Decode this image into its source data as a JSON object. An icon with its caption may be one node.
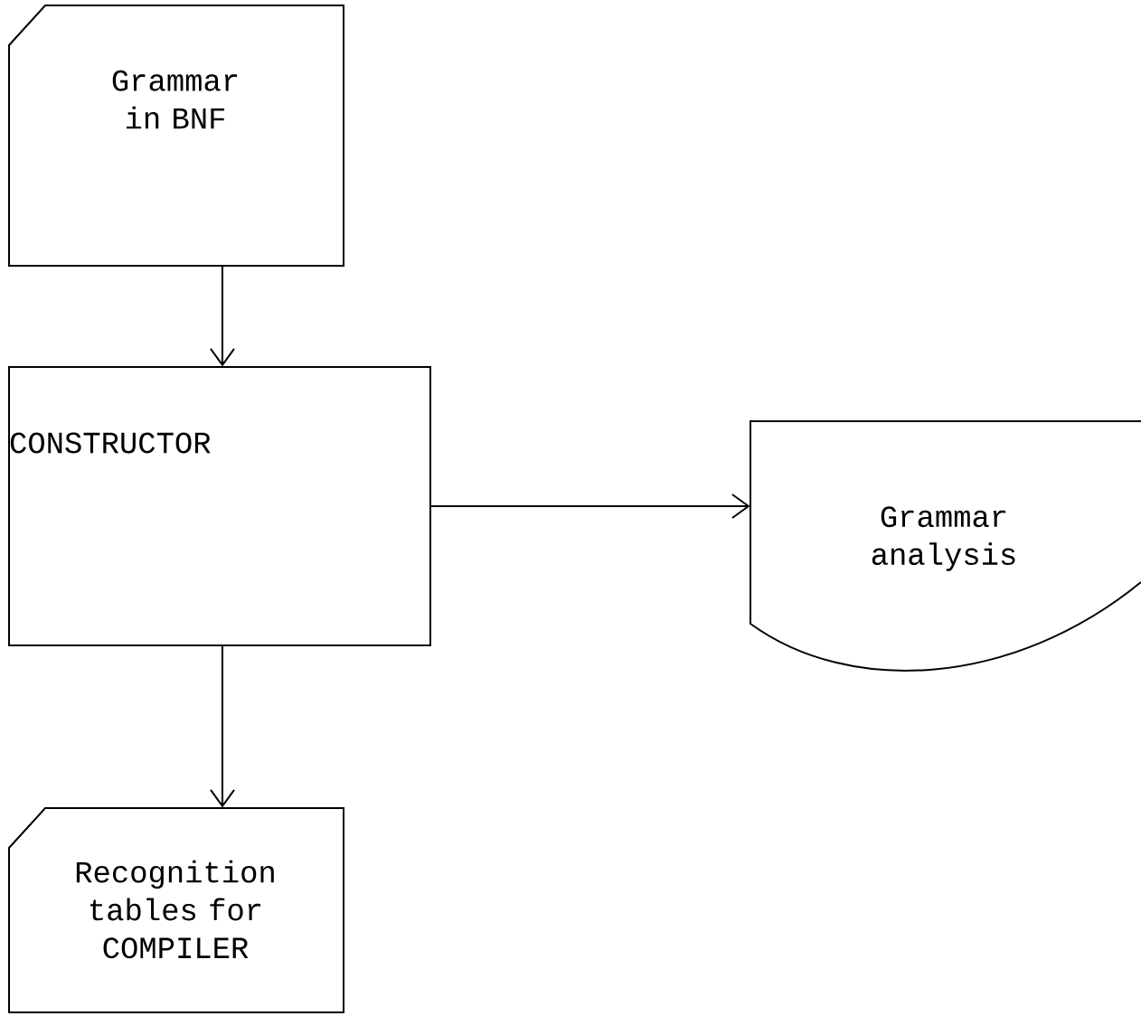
{
  "diagram": {
    "nodes": [
      {
        "text": [
          "Grammar in BNF"
        ]
      },
      {
        "text": [
          "CONSTRUCTOR"
        ]
      },
      {
        "text": [
          "Grammar analysis"
        ]
      },
      {
        "text": [
          "Recognition tables for COMPILER"
        ]
      }
    ],
    "edges": [
      {
        "from": 0,
        "to": 1,
        "arrow": "to"
      },
      {
        "from": 1,
        "to": 2,
        "arrow": "to"
      },
      {
        "from": 1,
        "to": 3,
        "arrow": "to"
      }
    ]
  }
}
